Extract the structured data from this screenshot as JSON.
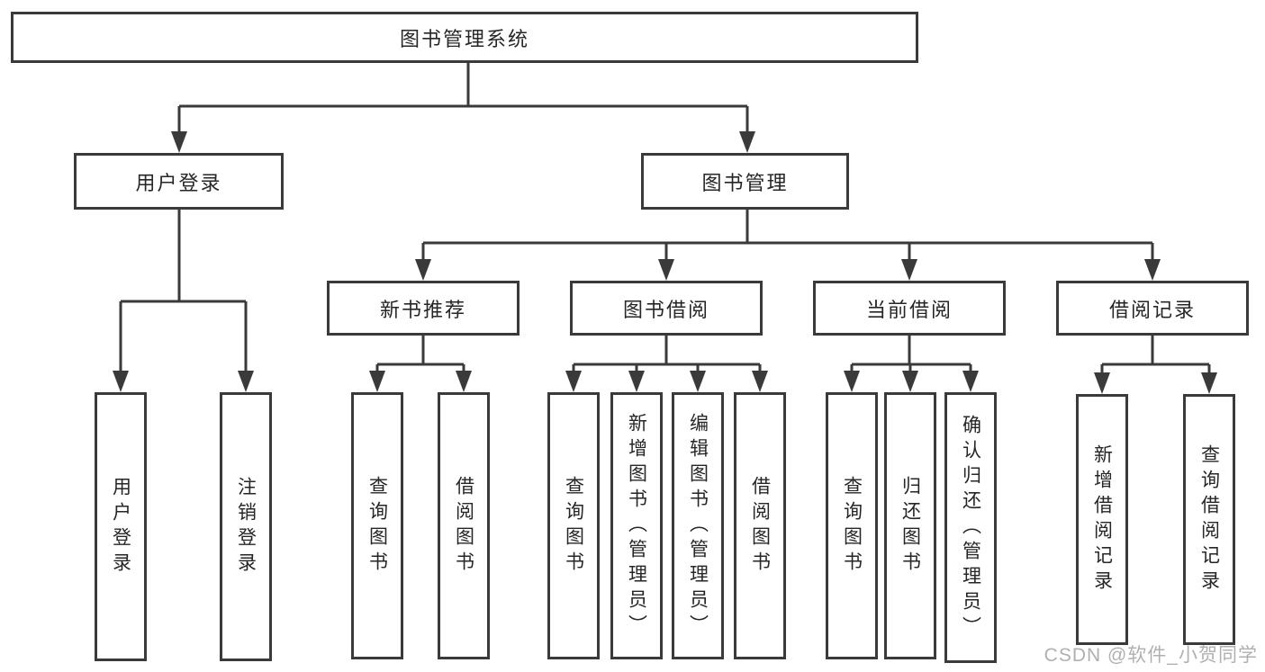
{
  "diagram": {
    "title": "图书管理系统",
    "root": {
      "label": "图书管理系统"
    },
    "level2": [
      {
        "label": "用户登录"
      },
      {
        "label": "图书管理"
      }
    ],
    "level3": [
      {
        "label": "新书推荐"
      },
      {
        "label": "图书借阅"
      },
      {
        "label": "当前借阅"
      },
      {
        "label": "借阅记录"
      }
    ],
    "leaves": [
      {
        "label": "用户登录"
      },
      {
        "label": "注销登录"
      },
      {
        "label": "查询图书"
      },
      {
        "label": "借阅图书"
      },
      {
        "label": "查询图书"
      },
      {
        "label": "新增图书（管理员）"
      },
      {
        "label": "编辑图书（管理员）"
      },
      {
        "label": "借阅图书"
      },
      {
        "label": "查询图书"
      },
      {
        "label": "归还图书"
      },
      {
        "label": "确认归还（管理员）"
      },
      {
        "label": "新增借阅记录"
      },
      {
        "label": "查询借阅记录"
      }
    ]
  },
  "watermark": {
    "text": "CSDN @软件_小贺同学"
  },
  "colors": {
    "line": "#3a3a3a",
    "text": "#262626",
    "background": "#ffffff",
    "watermark": "#a2a2a2"
  }
}
